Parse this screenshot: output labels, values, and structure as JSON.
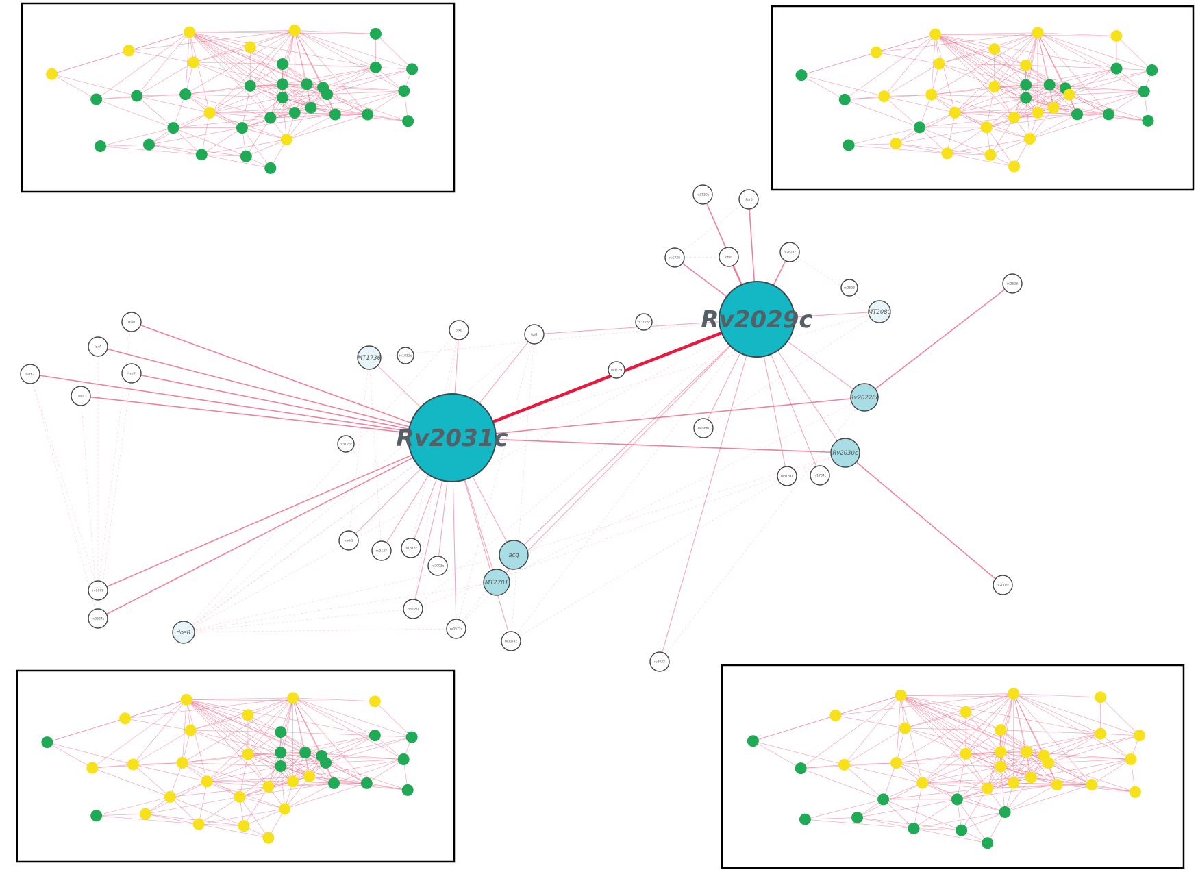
{
  "colors": {
    "hub_fill": "#14b8c4",
    "secondary_fill": "#a8dde6",
    "pale_fill": "#e8f5f8",
    "plain_fill": "#ffffff",
    "node_stroke": "#444444",
    "edge": "#ee6a8c",
    "edge_strong": "#e8193f",
    "inset_green": "#1faa55",
    "inset_yellow": "#f6e11a"
  },
  "main_network": {
    "hubs": [
      {
        "id": "rv2029c",
        "label": "Rv2029c"
      },
      {
        "id": "rv2031c",
        "label": "Rv2031c"
      }
    ],
    "secondary_nodes": [
      {
        "id": "rv2030c",
        "label": "Rv2030c"
      },
      {
        "id": "rv2028c",
        "label": "Rv20228c"
      },
      {
        "id": "acg",
        "label": "acg"
      },
      {
        "id": "mt2701",
        "label": "MT2701"
      },
      {
        "id": "mt1736",
        "label": "MT1736"
      },
      {
        "id": "mt2080",
        "label": "MT2080"
      },
      {
        "id": "dosr",
        "label": "dosR"
      }
    ],
    "minor_nodes": [
      {
        "id": "n1",
        "label": "rpsd"
      },
      {
        "id": "n2",
        "label": "fdxA"
      },
      {
        "id": "n3",
        "label": "narK2"
      },
      {
        "id": "n4",
        "label": "hspX"
      },
      {
        "id": "n5",
        "label": "usp"
      },
      {
        "id": "n6",
        "label": "rv0079"
      },
      {
        "id": "n7",
        "label": "rv2624c"
      },
      {
        "id": "n8",
        "label": "pfkB"
      },
      {
        "id": "n9",
        "label": "tgs1"
      },
      {
        "id": "n10",
        "label": "rv3130c"
      },
      {
        "id": "n11",
        "label": "devS"
      },
      {
        "id": "n12",
        "label": "rv1738"
      },
      {
        "id": "n13",
        "label": "ctpF"
      },
      {
        "id": "n14",
        "label": "rv2627c"
      },
      {
        "id": "n15",
        "label": "rv2628"
      },
      {
        "id": "n16",
        "label": "rv1996"
      },
      {
        "id": "n17",
        "label": "rv3134c"
      },
      {
        "id": "n18",
        "label": "rv1734c"
      },
      {
        "id": "n19",
        "label": "rv2005c"
      },
      {
        "id": "n20",
        "label": "rv2032"
      },
      {
        "id": "n21",
        "label": "nark1"
      },
      {
        "id": "n22",
        "label": "rv3127"
      },
      {
        "id": "n23",
        "label": "rv1813c"
      },
      {
        "id": "n24",
        "label": "rv2003c"
      },
      {
        "id": "n25",
        "label": "rv0080"
      },
      {
        "id": "n26",
        "label": "rv0572c"
      },
      {
        "id": "n27",
        "label": "rv0574c"
      },
      {
        "id": "n28",
        "label": "rv1812c"
      },
      {
        "id": "n29",
        "label": "rv2623"
      },
      {
        "id": "n30",
        "label": "rv3126c"
      },
      {
        "id": "n31",
        "label": "rv3128c"
      },
      {
        "id": "n32",
        "label": "rv3129"
      }
    ]
  }
}
